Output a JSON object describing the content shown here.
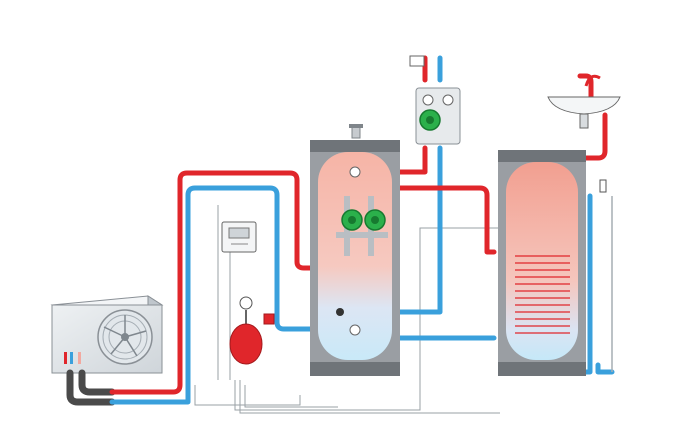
{
  "diagram": {
    "title": "",
    "components": [
      {
        "id": "heat-pump",
        "icon": "fan-icon"
      },
      {
        "id": "buffer-tank"
      },
      {
        "id": "hot-water-cylinder"
      },
      {
        "id": "pump-station",
        "icon": "pump-icon"
      },
      {
        "id": "controller",
        "icon": "thermostat-icon"
      },
      {
        "id": "expansion-vessel"
      },
      {
        "id": "pressure-gauge",
        "icon": "gauge-icon"
      },
      {
        "id": "sink",
        "icon": "faucet-icon"
      }
    ],
    "colors": {
      "hot_pipe": "#e0262b",
      "cold_pipe": "#3aa0dc",
      "tank_top": "#f6b4a6",
      "tank_bottom": "#cdeaf8",
      "pump": "#2bb04b",
      "casing": "#9a9ea3",
      "flex_hose": "#4a4a4a"
    }
  }
}
